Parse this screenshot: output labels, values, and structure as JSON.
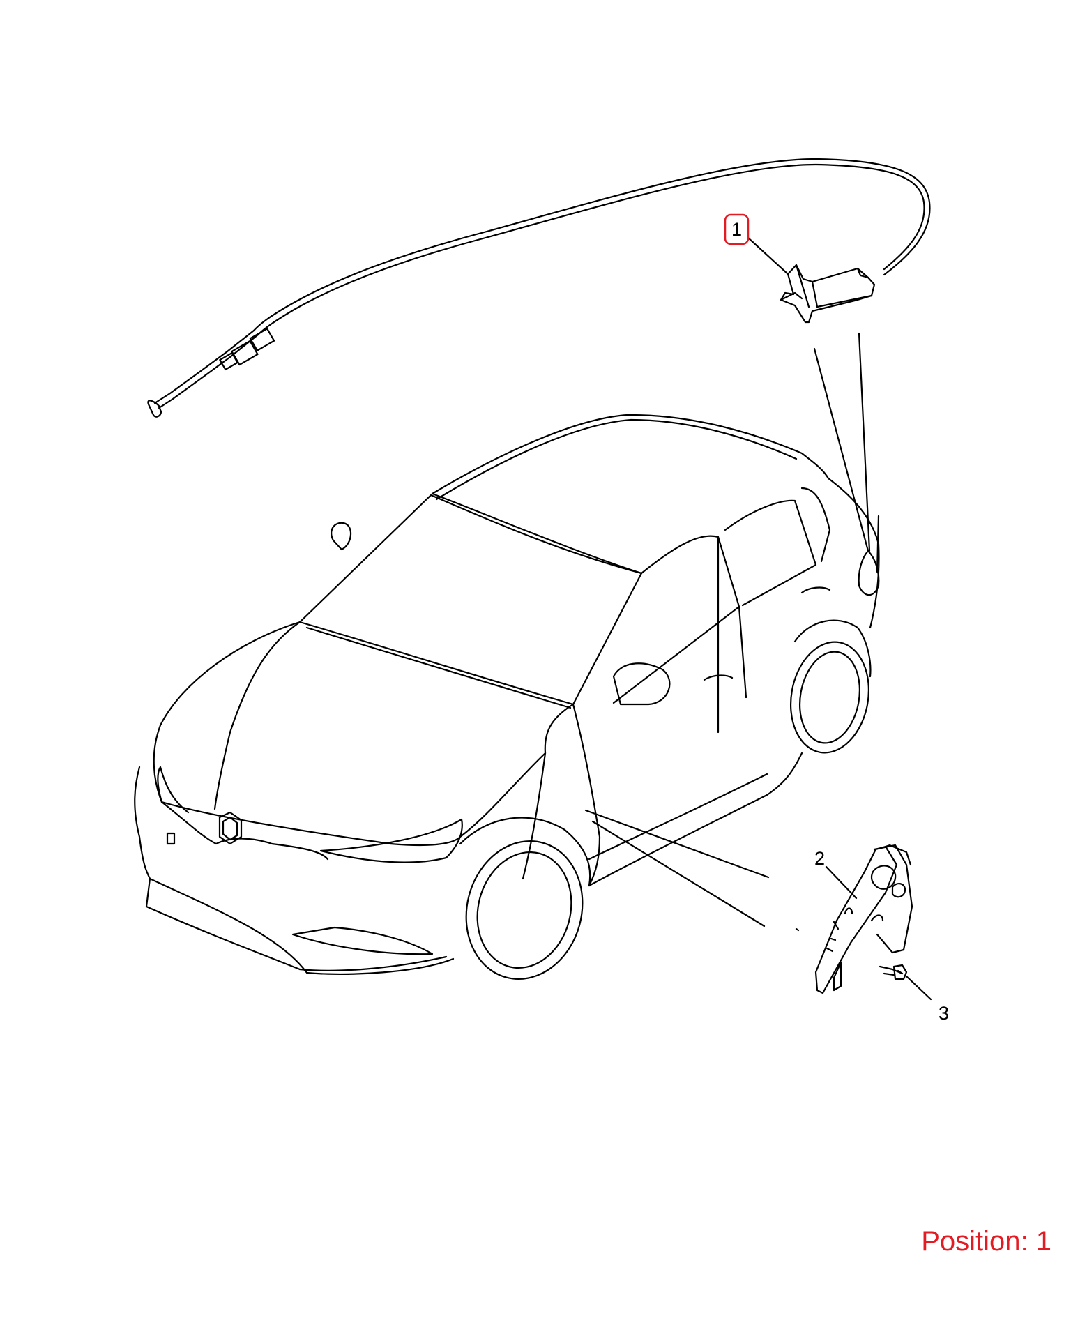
{
  "callouts": [
    {
      "number": "1",
      "highlighted": true
    },
    {
      "number": "2",
      "highlighted": false
    },
    {
      "number": "3",
      "highlighted": false
    }
  ],
  "position_label": "Position: 1",
  "colors": {
    "line": "#000000",
    "highlight": "#e31b23",
    "position_text": "#e31b23",
    "background": "#ffffff"
  }
}
